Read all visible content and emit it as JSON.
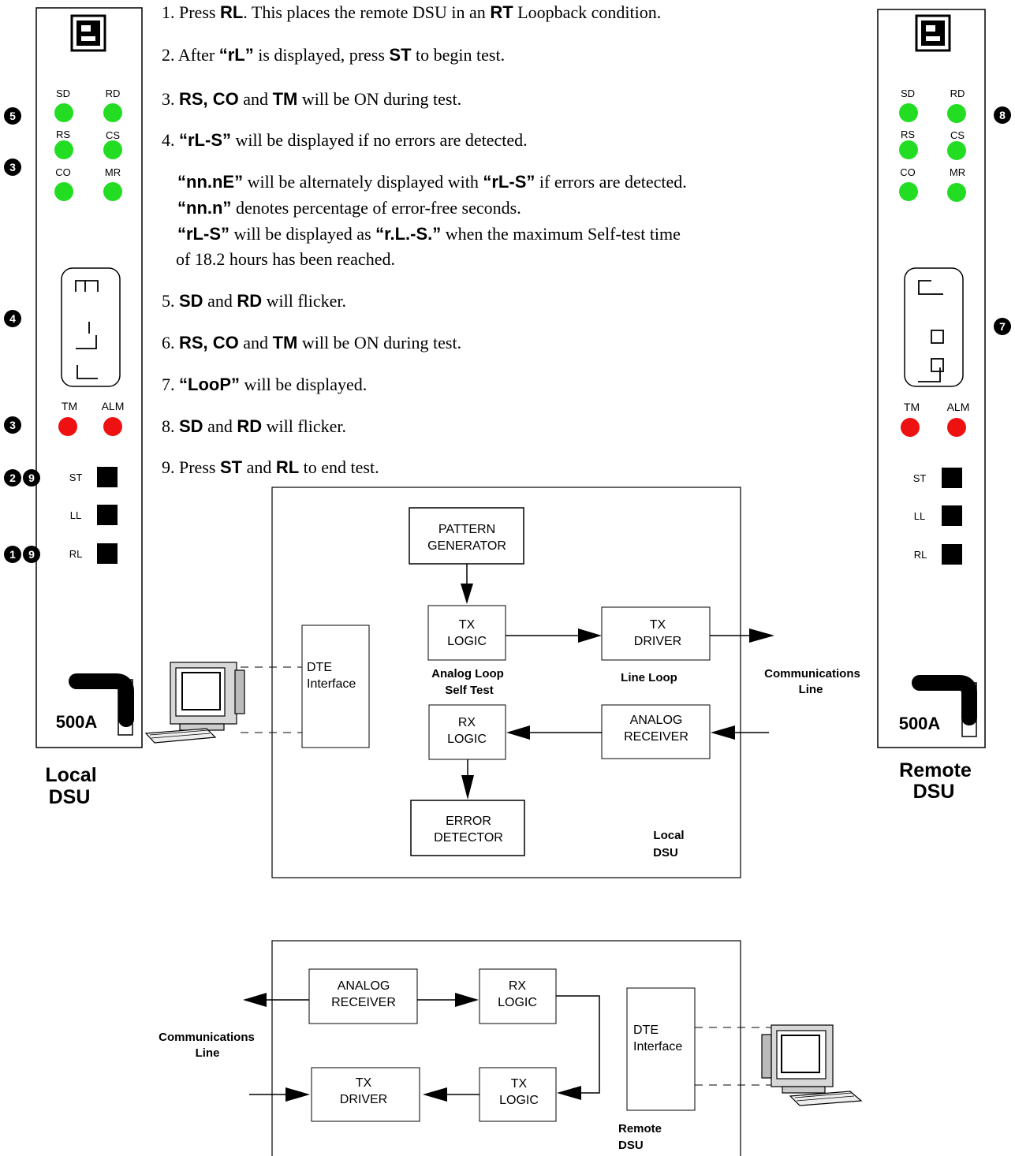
{
  "steps": [
    {
      "num": "1.",
      "parts": [
        "Press ",
        {
          "b": "RL"
        },
        ".  This places the remote DSU in an ",
        {
          "b": "RT"
        },
        " Loopback condition."
      ]
    },
    {
      "num": "2.",
      "parts": [
        "After ",
        {
          "b": "“rL”"
        },
        " is displayed, press ",
        {
          "b": "ST"
        },
        " to begin test."
      ]
    },
    {
      "num": "3.",
      "parts": [
        {
          "b": "RS, CO"
        },
        " and ",
        {
          "b": "TM"
        },
        " will be ON during test."
      ]
    },
    {
      "num": "4.",
      "parts": [
        {
          "b": "“rL-S”"
        },
        " will be displayed if no errors are detected."
      ]
    },
    {
      "num": "5.",
      "parts": [
        {
          "b": "SD"
        },
        " and ",
        {
          "b": "RD"
        },
        " will flicker."
      ]
    },
    {
      "num": "6.",
      "parts": [
        {
          "b": "RS, CO"
        },
        " and ",
        {
          "b": "TM"
        },
        " will be ON during test."
      ]
    },
    {
      "num": "7.",
      "parts": [
        {
          "b": "“LooP”"
        },
        " will be displayed."
      ]
    },
    {
      "num": "8.",
      "parts": [
        {
          "b": "SD"
        },
        " and ",
        {
          "b": "RD"
        },
        " will flicker."
      ]
    },
    {
      "num": "9.",
      "parts": [
        "Press ",
        {
          "b": "ST"
        },
        " and ",
        {
          "b": "RL"
        },
        " to end test."
      ]
    }
  ],
  "notes": [
    [
      {
        "b": "“nn.nE”"
      },
      " will be alternately displayed with ",
      {
        "b": "“rL-S”"
      },
      " if errors are detected."
    ],
    [
      {
        "b": "“nn.n”"
      },
      " denotes percentage of error-free seconds."
    ],
    [
      {
        "b": "“rL-S”"
      },
      " will be displayed as ",
      {
        "b": "“r.L.-S.”"
      },
      " when the maximum Self-test time"
    ],
    [
      "of 18.2 hours has been reached."
    ]
  ],
  "local_panel": {
    "model": "500A",
    "caption": [
      "Local",
      "DSU"
    ],
    "leds": {
      "sd": "SD",
      "rd": "RD",
      "rs": "RS",
      "cs": "CS",
      "co": "CO",
      "mr": "MR",
      "tm": "TM",
      "alm": "ALM"
    },
    "buttons": {
      "st": "ST",
      "ll": "LL",
      "rl": "RL"
    },
    "display": [
      "⌐⌐",
      "|",
      "_|",
      "L"
    ]
  },
  "remote_panel": {
    "model": "500A",
    "caption": [
      "Remote",
      "DSU"
    ],
    "leds": {
      "sd": "SD",
      "rd": "RD",
      "rs": "RS",
      "cs": "CS",
      "co": "CO",
      "mr": "MR",
      "tm": "TM",
      "alm": "ALM"
    },
    "buttons": {
      "st": "ST",
      "ll": "LL",
      "rl": "RL"
    }
  },
  "callouts": {
    "c5": "5",
    "c3a": "3",
    "c4": "4",
    "c3b": "3",
    "c2": "2",
    "c9a": "9",
    "c1": "1",
    "c9b": "9",
    "c8": "8",
    "c7": "7"
  },
  "local_block": {
    "pattern_generator": [
      "PATTERN",
      "GENERATOR"
    ],
    "tx_logic": [
      "TX",
      "LOGIC"
    ],
    "tx_driver": [
      "TX",
      "DRIVER"
    ],
    "rx_logic": [
      "RX",
      "LOGIC"
    ],
    "analog_receiver": [
      "ANALOG",
      "RECEIVER"
    ],
    "error_detector": [
      "ERROR",
      "DETECTOR"
    ],
    "dte_interface": [
      "DTE",
      "Interface"
    ],
    "analog_loop": [
      "Analog Loop",
      "Self Test"
    ],
    "line_loop": "Line Loop",
    "comm_line": [
      "Communications",
      "Line"
    ],
    "title": [
      "Local",
      "DSU"
    ]
  },
  "remote_block": {
    "analog_receiver": [
      "ANALOG",
      "RECEIVER"
    ],
    "rx_logic": [
      "RX",
      "LOGIC"
    ],
    "tx_driver": [
      "TX",
      "DRIVER"
    ],
    "tx_logic": [
      "TX",
      "LOGIC"
    ],
    "dte_interface": [
      "DTE",
      "Interface"
    ],
    "comm_line": [
      "Communications",
      "Line"
    ],
    "title": [
      "Remote",
      "DSU"
    ]
  },
  "colors": {
    "led_green": "#22dd22",
    "led_red": "#ee1111"
  }
}
